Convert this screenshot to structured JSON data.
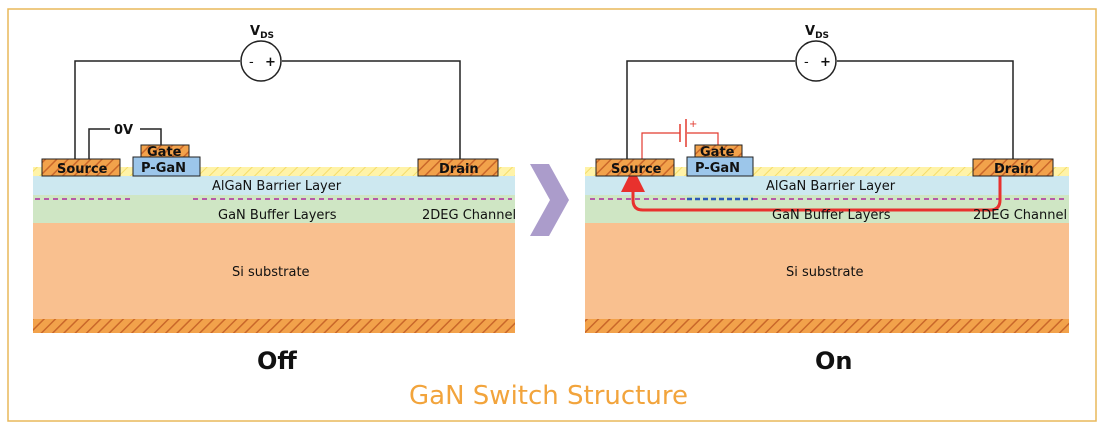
{
  "caption": "GaN Switch Structure",
  "colors": {
    "border": "#e8b85a",
    "substrate": "#f9c08f",
    "buffer": "#cfe6c4",
    "barrier": "#cde8f0",
    "passivation": "#fff3a8",
    "contact": "#f2a24b",
    "pgan": "#9cc6ea",
    "arrow": "#ab9ccb",
    "current": "#e8312d",
    "gate_bias": "#e23a2f",
    "two_deg_off": "#b55aa8",
    "two_deg_on_depleted": "#2c5ab8"
  },
  "off": {
    "state_label": "Off",
    "vds_label": "V",
    "vds_sub": "DS",
    "minus": "-",
    "plus": "+",
    "gate_bias": "0V",
    "source": "Source",
    "gate": "Gate",
    "pgan": "P-GaN",
    "drain": "Drain",
    "barrier": "AlGaN Barrier Layer",
    "buffer": "GaN Buffer Layers",
    "channel": "2DEG Channel",
    "substrate": "Si substrate"
  },
  "on": {
    "state_label": "On",
    "vds_label": "V",
    "vds_sub": "DS",
    "minus": "-",
    "plus": "+",
    "battery_plus": "+",
    "source": "Source",
    "gate": "Gate",
    "pgan": "P-GaN",
    "drain": "Drain",
    "barrier": "AlGaN Barrier Layer",
    "buffer": "GaN Buffer Layers",
    "channel": "2DEG Channel",
    "substrate": "Si substrate"
  }
}
